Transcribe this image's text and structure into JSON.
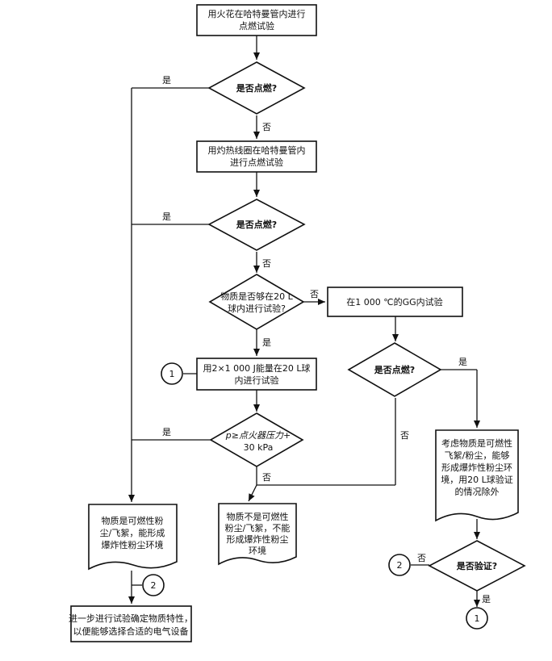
{
  "flowchart": {
    "n1": [
      "用火花在哈特曼管内进行",
      "点燃试验"
    ],
    "d1": "是否点燃?",
    "n2": [
      "用灼热线圈在哈特曼管内",
      "进行点燃试验"
    ],
    "d2": "是否点燃?",
    "d3": [
      "物质是否够在20 L",
      "球内进行试验?"
    ],
    "n_gg": "在1 000 ℃的GG内试验",
    "d_gg": "是否点燃?",
    "n3": "用2×1 000 J能量在20 L球",
    "n3b": "内进行试验",
    "d4": [
      "p≥点火器压力+",
      "30 kPa"
    ],
    "doc_not": [
      "物质不是可燃性",
      "粉尘/飞絮，不能",
      "形成爆炸性粉尘",
      "环境"
    ],
    "doc_yes": [
      "物质是可燃性粉",
      "尘/飞絮，能形成",
      "爆炸性粉尘环境"
    ],
    "doc_consider": [
      "考虑物质是可燃性",
      "飞絮/粉尘，能够",
      "形成爆炸性粉尘环",
      "境，用20 L球验证",
      "的情况除外"
    ],
    "d_verify": "是否验证?",
    "n_final": [
      "进一步进行试验确定物质特性，",
      "以便能够选择合适的电气设备"
    ],
    "connector_1": "1",
    "connector_2": "2",
    "yes": "是",
    "no": "否"
  }
}
